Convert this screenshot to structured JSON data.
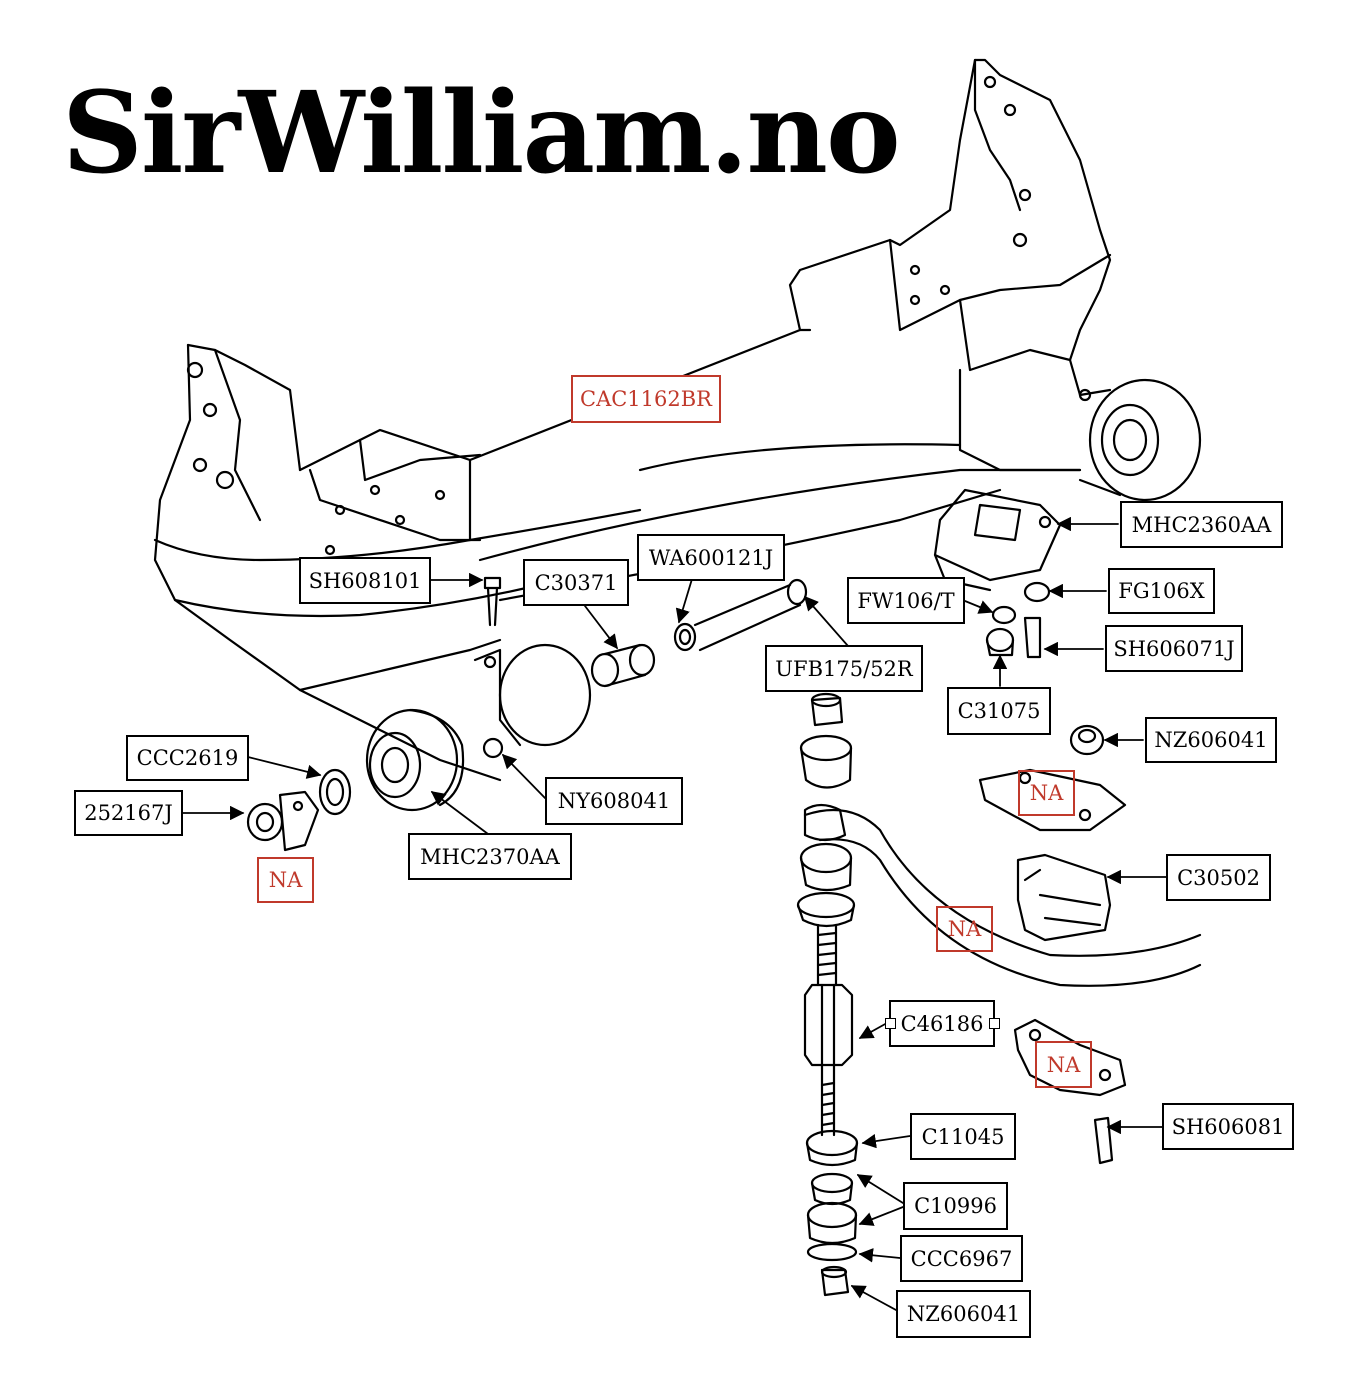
{
  "logo": {
    "text": "SirWilliam.no"
  },
  "frame_part": "CAC1162BR",
  "parts": {
    "mhc2360aa": "MHC2360AA",
    "fg106x": "FG106X",
    "fw106t": "FW106/T",
    "sh606071j": "SH606071J",
    "c31075": "C31075",
    "nz606041_top": "NZ606041",
    "sh608101": "SH608101",
    "c30371": "C30371",
    "wa600121j": "WA600121J",
    "ufb175_52r": "UFB175/52R",
    "ccc2619": "CCC2619",
    "p252167j": "252167J",
    "ny608041": "NY608041",
    "mhc2370aa": "MHC2370AA",
    "c30502": "C30502",
    "c46186": "C46186",
    "sh606081": "SH606081",
    "c11045": "C11045",
    "c10996": "C10996",
    "ccc6967": "CCC6967",
    "nz606041_bottom": "NZ606041"
  },
  "na": {
    "text": "NA"
  },
  "colors": {
    "ink": "#000000",
    "accent": "#c0392b",
    "background": "#ffffff"
  }
}
